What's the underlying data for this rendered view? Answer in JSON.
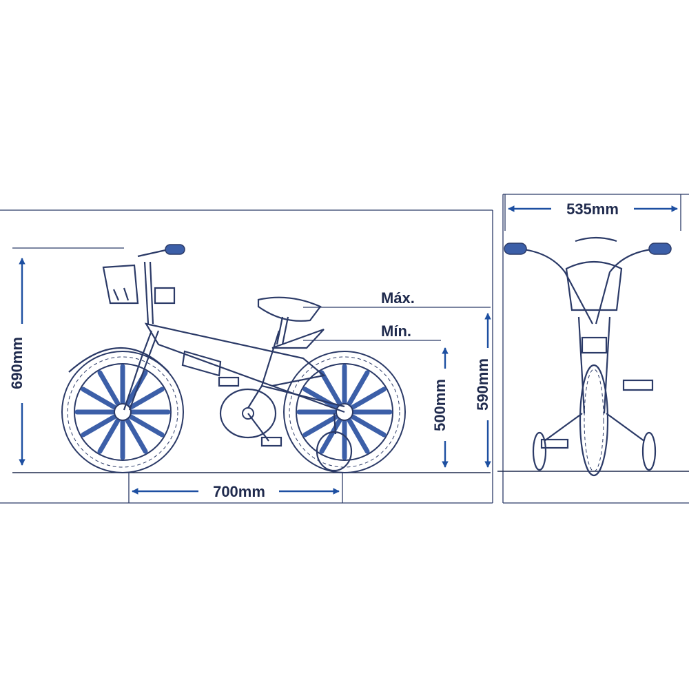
{
  "labels": {
    "height_total": "690mm",
    "wheelbase": "700mm",
    "seat_max_label": "Máx.",
    "seat_min_label": "Mín.",
    "seat_min_height": "500mm",
    "seat_max_height": "590mm",
    "handlebar_width": "535mm"
  },
  "colors": {
    "line": "#2b3a67",
    "accent": "#3c5fa8",
    "arrow": "#1d4fa1",
    "text": "#1f2a4d"
  }
}
